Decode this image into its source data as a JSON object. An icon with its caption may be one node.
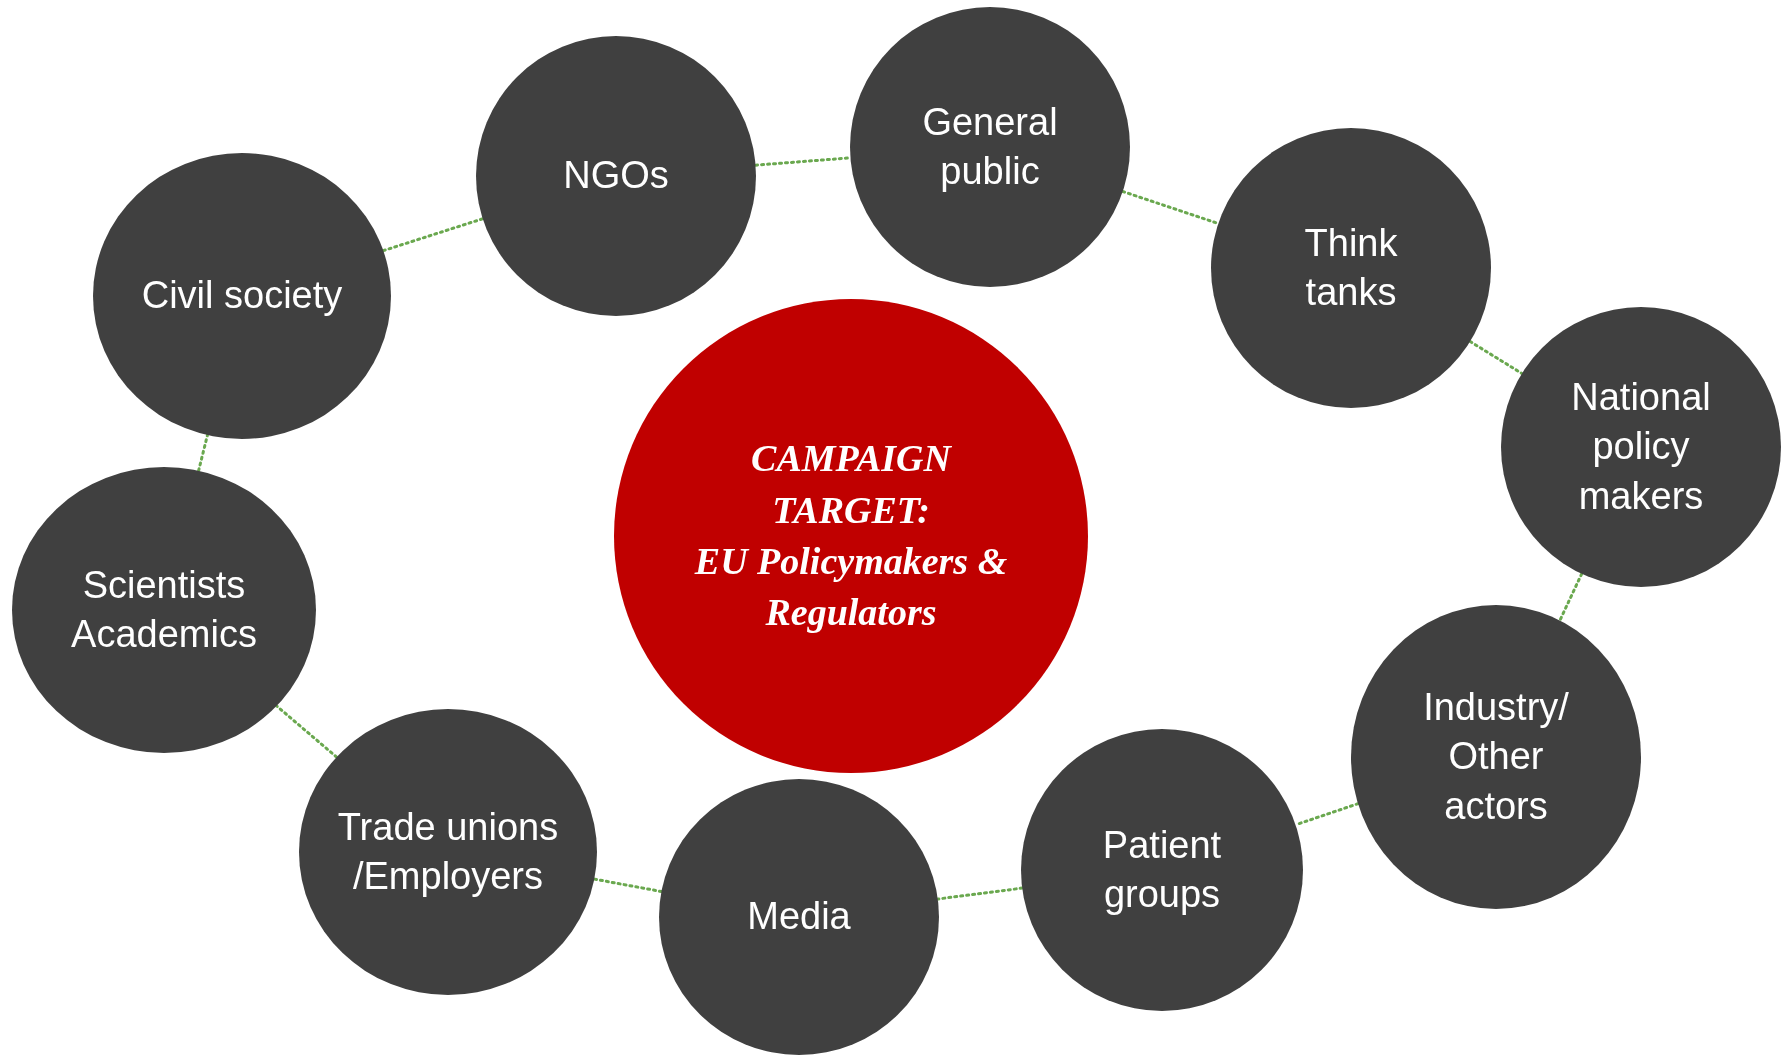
{
  "diagram": {
    "nodes": [
      {
        "text": [
          "Civil society"
        ]
      },
      {
        "text": [
          "NGOs"
        ]
      },
      {
        "text": [
          "General public"
        ]
      },
      {
        "text": [
          "Think tanks"
        ]
      },
      {
        "text": [
          "National policy makers"
        ]
      },
      {
        "text": [
          "Industry/ Other actors"
        ]
      },
      {
        "text": [
          "Patient groups"
        ]
      },
      {
        "text": [
          "Media"
        ]
      },
      {
        "text": [
          "Trade unions /Employers"
        ]
      },
      {
        "text": [
          "Scientists Academics"
        ]
      },
      {
        "text": [
          "CAMPAIGN TARGET:",
          "EU Policymakers & Regulators"
        ]
      }
    ],
    "edges": [
      {
        "from": 0,
        "to": 1,
        "arrow": "none"
      },
      {
        "from": 1,
        "to": 2,
        "arrow": "none"
      },
      {
        "from": 2,
        "to": 3,
        "arrow": "none"
      },
      {
        "from": 3,
        "to": 4,
        "arrow": "none"
      },
      {
        "from": 4,
        "to": 5,
        "arrow": "none"
      },
      {
        "from": 5,
        "to": 6,
        "arrow": "none"
      },
      {
        "from": 6,
        "to": 7,
        "arrow": "none"
      },
      {
        "from": 7,
        "to": 8,
        "arrow": "none"
      },
      {
        "from": 8,
        "to": 9,
        "arrow": "none"
      },
      {
        "from": 9,
        "to": 0,
        "arrow": "none"
      }
    ]
  }
}
